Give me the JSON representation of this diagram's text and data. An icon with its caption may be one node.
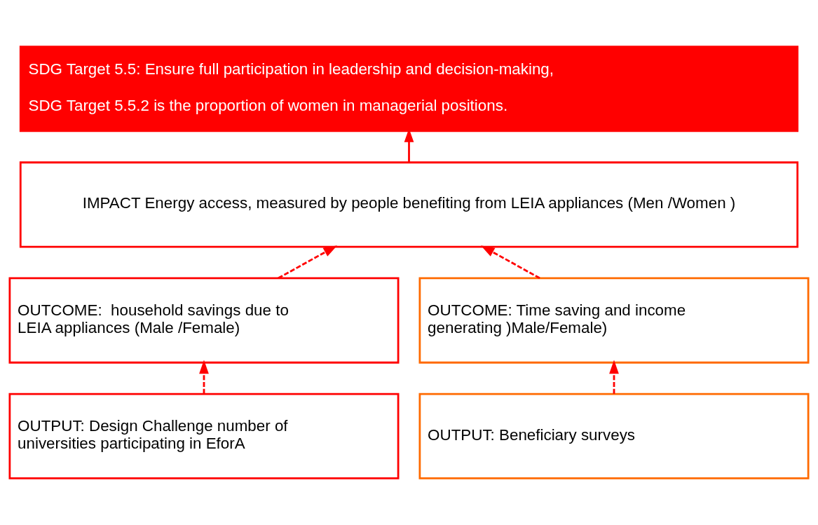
{
  "diagram": {
    "nodes": [
      {
        "text": [
          "SDG Target 5.5: Ensure full participation in leadership and decision-making,",
          "SDG Target 5.5.2 is the proportion of women in managerial positions."
        ]
      },
      {
        "text": [
          "IMPACT Energy access, measured by people benefiting from LEIA appliances (Men /Women )"
        ]
      },
      {
        "text": [
          "OUTCOME:  household savings due to LEIA appliances (Male /Female)"
        ]
      },
      {
        "text": [
          "OUTCOME: Time saving and income generating )Male/Female)"
        ]
      },
      {
        "text": [
          "OUTPUT: Design Challenge number of universities participating in EforA"
        ]
      },
      {
        "text": [
          "OUTPUT: Beneficiary surveys"
        ]
      }
    ],
    "edges": [
      {
        "from": 1,
        "to": 0,
        "arrow": "to"
      },
      {
        "from": 2,
        "to": 1,
        "arrow": "to",
        "style": "dashed"
      },
      {
        "from": 3,
        "to": 1,
        "arrow": "to",
        "style": "dashed"
      },
      {
        "from": 4,
        "to": 2,
        "arrow": "to",
        "style": "dashed"
      },
      {
        "from": 5,
        "to": 3,
        "arrow": "to",
        "style": "dashed"
      }
    ]
  }
}
